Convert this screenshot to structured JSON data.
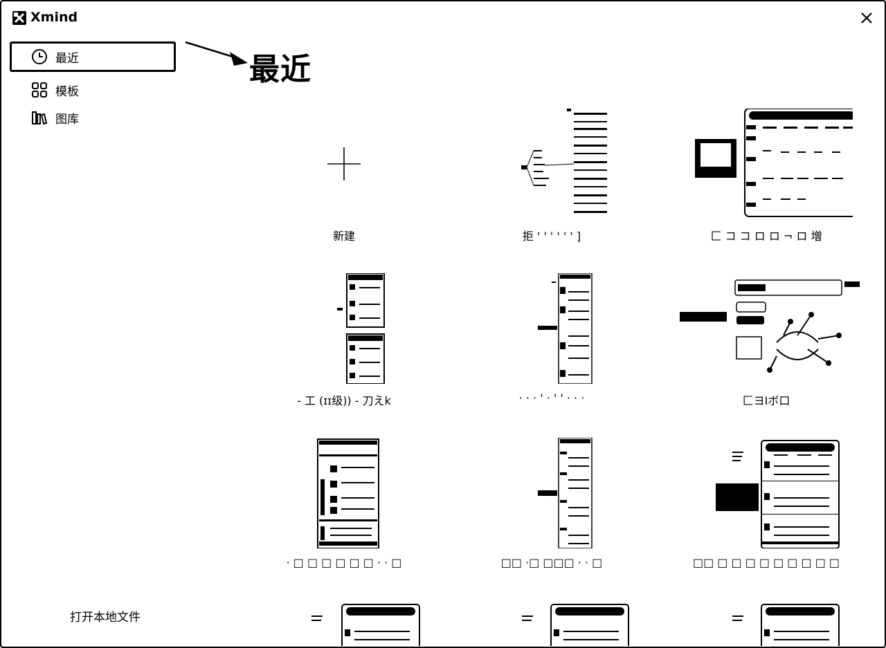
{
  "app": {
    "title": "Xmind"
  },
  "sidebar": {
    "items": [
      {
        "label": "最近",
        "icon": "clock-icon",
        "active": true
      },
      {
        "label": "模板",
        "icon": "grid-icon",
        "active": false
      },
      {
        "label": "图库",
        "icon": "library-icon",
        "active": false
      }
    ],
    "open_local": "打开本地文件"
  },
  "main": {
    "title": "最近"
  },
  "recent": {
    "new_label": "新建",
    "items": [
      {
        "label": "拒 ' ' ' ' ' ' ]"
      },
      {
        "label": "匚 コ コ ロ ロ ¬ ロ 増"
      },
      {
        "label": "- 工 (ɪɪ级)) - 刀えk"
      },
      {
        "label": "· · · ' · ' ' · · ·"
      },
      {
        "label": "匚ヨIボ口"
      },
      {
        "label": "· □ □ □ □ □ □ · · □"
      },
      {
        "label": "□□ ·□ □□□ · · □"
      },
      {
        "label": "□□ □ □ □ □ □ □ □ □ □"
      }
    ]
  },
  "colors": {
    "ink": "#000000",
    "background": "#ffffff"
  }
}
